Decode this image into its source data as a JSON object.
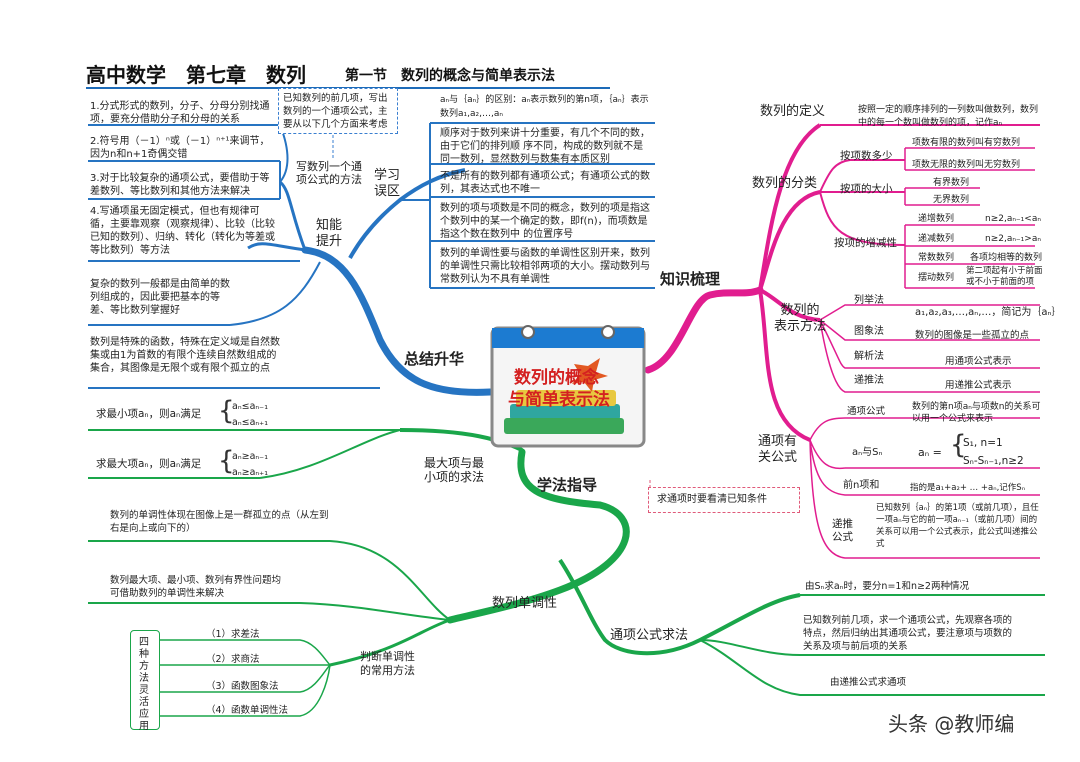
{
  "header": {
    "title": "高中数学　第七章　数列",
    "section": "第一节　数列的概念与简单表示法"
  },
  "center": {
    "line1": "数列的概念",
    "line2": "与简单表示法"
  },
  "branches": {
    "summary": "总结升华",
    "knowledge": "知识梳理",
    "method": "学法指导"
  },
  "left_top": {
    "ability": "知能\n提升",
    "write": "写数列一个通\n项公式的方法",
    "dash_note": "已知数列的前几项，写出数列的一个通项公式，主要从以下几个方面来考虑",
    "notes": [
      "1.分式形式的数列，分子、分母分别找通项，要充分借助分子和分母的关系",
      "2.符号用（－1）ⁿ或（－1）ⁿ⁺¹来调节，因为n和n+1奇偶交错",
      "3.对于比较复杂的通项公式，要借助于等差数列、等比数列和其他方法来解决",
      "4.写通项虽无固定模式，但也有规律可循，主要靠观察（观察规律）、比较（比较已知的数列）、归纳、转化（转化为等差或等比数列）等方法",
      "复杂的数列一般都是由简单的数列组成的，因此要把基本的等差、等比数列掌握好",
      "数列是特殊的函数，特殊在定义域是自然数集或由1为首数的有限个连续自然数组成的集合，其图像是无限个或有限个孤立的点"
    ]
  },
  "mistakes": {
    "label": "学习\n误区",
    "items": [
      "aₙ与｛aₙ｝的区别：aₙ表示数列的第n项，｛aₙ｝表示数列a₁,a₂,…,aₙ",
      "顺序对于数列来讲十分重要，有几个不同的数，由于它们的排列顺 序不同，构成的数列就不是同一数列，显然数列与数集有本质区别",
      "不是所有的数列都有通项公式；有通项公式的数列，其表达式也不唯一",
      "数列的项与项数是不同的概念，数列的项是指这个数列中的某一个确定的数，即f(n)，而项数是指这个数在数列中 的位置序号",
      "数列的单调性要与函数的单调性区别开来，数列的单调性只需比较相邻两项的大小。摆动数列与常数列认为不具有单调性"
    ]
  },
  "right": {
    "definition_label": "数列的定义",
    "definition_text": "按照一定的顺序排列的一列数叫做数列，数列中的每一个数叫做数列的项，记作aₙ",
    "classify_label": "数列的分类",
    "by_count": "按项数多少",
    "finite": "项数有限的数列叫有穷数列",
    "infinite": "项数无限的数列叫无穷数列",
    "by_size": "按项的大小",
    "bounded": "有界数列",
    "unbounded": "无界数列",
    "by_mono": "按项的增减性",
    "inc": "递增数列",
    "inc_cond": "n≥2,aₙ₋₁<aₙ",
    "dec": "递减数列",
    "dec_cond": "n≥2,aₙ₋₁>aₙ",
    "const": "常数数列",
    "const_cond": "各项均相等的数列",
    "osc": "摆动数列",
    "osc_cond": "第二项起有小于前面或不小于前面的项",
    "repr_label": "数列的\n表示方法",
    "list": "列举法",
    "list_text": "a₁,a₂,a₃,…,aₙ,…，简记为｛aₙ｝",
    "graph": "图象法",
    "graph_text": "数列的图像是一些孤立的点",
    "analytic": "解析法",
    "analytic_text": "用通项公式表示",
    "recur": "递推法",
    "recur_text": "用递推公式表示",
    "general_label": "通项有\n关公式",
    "formula": "通项公式",
    "formula_text": "数列的第n项aₙ与项数n的关系可以用一个公式来表示",
    "an_sn": "aₙ与Sₙ",
    "case1": "S₁, n=1",
    "case2": "Sₙ-Sₙ₋₁,n≥2",
    "an_eq": "aₙ =",
    "first_n": "前n项和",
    "first_n_text": "指的是a₁+a₂+ … +aₙ,记作Sₙ",
    "recur2": "递推\n公式",
    "recur2_text": "已知数列｛aₙ｝的第1项（或前几项），且任一项aₙ与它的前一项aₙ₋₁（或前几项）间的关系可以用一个公式表示，此公式叫递推公式",
    "warn": "求通项时要看清已知条件"
  },
  "method_part": {
    "general": "通项公式求法",
    "g1": "由Sₙ求aₙ时，要分n=1和n≥2两种情况",
    "g2": "已知数列前几项，求一个通项公式，先观察各项的特点，然后归纳出其通项公式，要注意项与项数的关系及项与前后项的关系",
    "g3": "由递推公式求通项"
  },
  "left_bottom": {
    "maxmin_label": "最大项与最\n小项的求法",
    "min_text": "求最小项aₙ，则aₙ满足",
    "min_c1": "aₙ≤aₙ₋₁",
    "min_c2": "aₙ≤aₙ₊₁",
    "max_text": "求最大项aₙ，则aₙ满足",
    "max_c1": "aₙ≥aₙ₋₁",
    "max_c2": "aₙ≥aₙ₊₁",
    "mono_label": "数列单调性",
    "mono1": "数列的单调性体现在图像上是一群孤立的点（从左到右是向上或向下的）",
    "mono2": "数列最大项、最小项、数列有界性问题均可借助数列的单调性来解决",
    "judge_label": "判断单调性\n的常用方法",
    "methods": [
      "（1）求差法",
      "（2）求商法",
      "（3）函数图象法",
      "（4）函数单调性法"
    ],
    "four": "四种方法灵活应用"
  },
  "watermark": "头条 @教师编"
}
